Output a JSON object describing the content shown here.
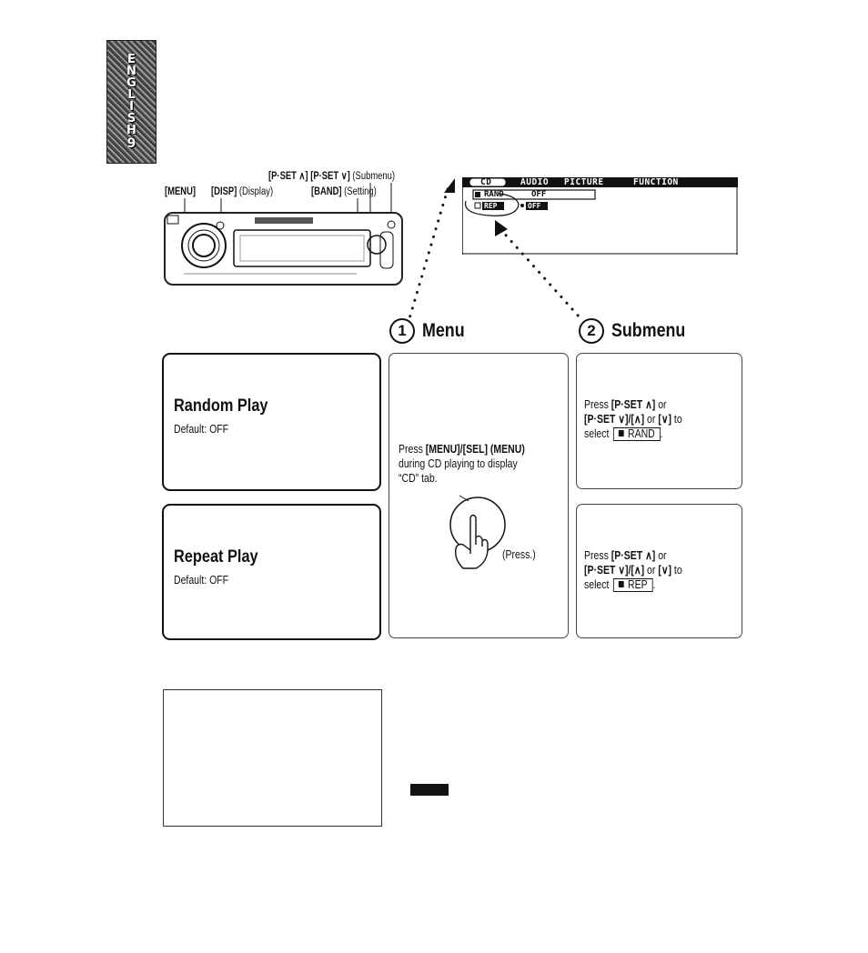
{
  "side_tab": {
    "letters": [
      "E",
      "N",
      "G",
      "L",
      "I",
      "S",
      "H"
    ],
    "page": "9"
  },
  "callouts": {
    "pset": "[P·SET ∧] [P·SET ∨]",
    "submenu": "(Submenu)",
    "menu_btn": "[MENU]",
    "disp_btn": "[DISP]",
    "display": "(Display)",
    "band_btn": "[BAND]",
    "setting": "(Setting)"
  },
  "screen": {
    "tabs": [
      "CD",
      "AUDIO",
      "PICTURE",
      "FUNCTION"
    ],
    "rows": [
      {
        "label": "RAND",
        "value": "OFF"
      },
      {
        "label": "REP",
        "value": "OFF"
      }
    ]
  },
  "steps": {
    "menu": {
      "num": "1",
      "label": "Menu"
    },
    "submenu": {
      "num": "2",
      "label": "Submenu"
    }
  },
  "random": {
    "title": "Random Play",
    "default": "Default: OFF"
  },
  "repeat": {
    "title": "Repeat Play",
    "default": "Default: OFF"
  },
  "menu_instruction": {
    "press": "Press",
    "keys": "[MENU]/[SEL] (MENU)",
    "line2": "during CD playing to display",
    "line3": "“CD” tab.",
    "press_note": "(Press.)"
  },
  "submenu_rand": {
    "l1_a": "Press",
    "l1_k": "[P·SET ∧]",
    "l1_b": "or",
    "l2_k": "[P·SET ∨]/[∧]",
    "l2_b": "or",
    "l2_k2": "[∨]",
    "l2_c": "to",
    "l3": "select",
    "key": "RAND"
  },
  "submenu_rep": {
    "l1_a": "Press",
    "l1_k": "[P·SET ∧]",
    "l1_b": "or",
    "l2_k": "[P·SET ∨]/[∧]",
    "l2_b": "or",
    "l2_k2": "[∨]",
    "l2_c": "to",
    "l3": "select",
    "key": "REP"
  }
}
